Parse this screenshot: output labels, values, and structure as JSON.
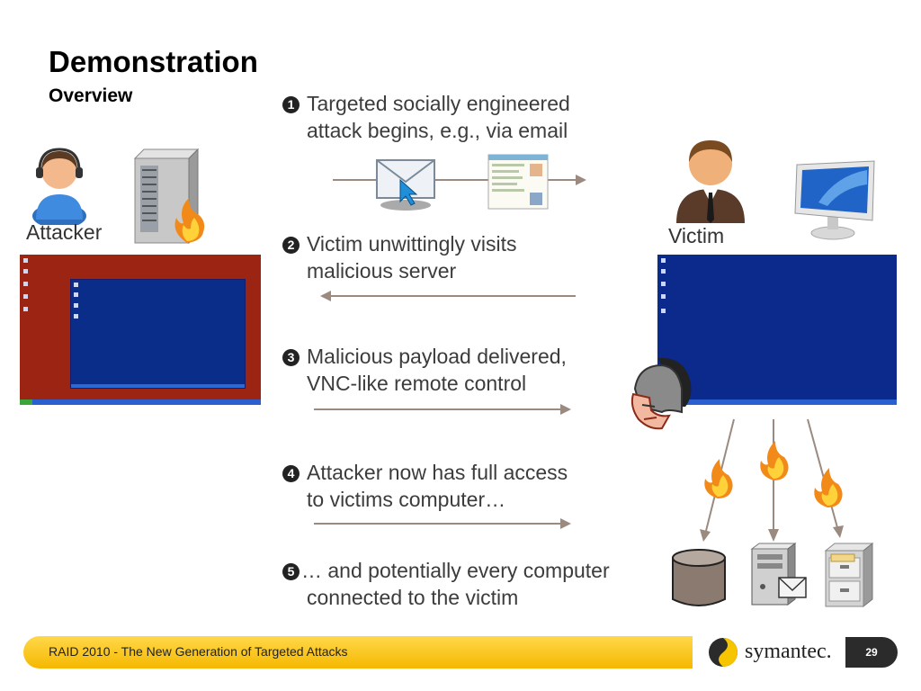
{
  "slide": {
    "title": "Demonstration",
    "subtitle": "Overview"
  },
  "labels": {
    "attacker": "Attacker",
    "victim": "Victim"
  },
  "steps": [
    {
      "num": "1",
      "text": [
        "Targeted socially engineered",
        "attack begins, e.g., via email"
      ]
    },
    {
      "num": "2",
      "text": [
        "Victim unwittingly visits",
        "malicious server"
      ]
    },
    {
      "num": "3",
      "text": [
        "Malicious payload delivered,",
        "VNC-like remote control"
      ]
    },
    {
      "num": "4",
      "text": [
        "Attacker now has full access",
        "to victims computer…"
      ]
    },
    {
      "num": "5",
      "text": [
        "… and potentially every computer",
        "connected to the victim"
      ]
    }
  ],
  "footer": {
    "text": "RAID 2010 - The New Generation of Targeted Attacks",
    "logo": "symantec.",
    "page": "29"
  },
  "icons": [
    "person-headset-icon",
    "server-fire-icon",
    "email-cursor-icon",
    "chat-window-icon",
    "businessman-icon",
    "monitor-icon",
    "trojan-helmet-icon",
    "fire-icon",
    "database-icon",
    "mail-server-icon",
    "file-cabinet-icon"
  ],
  "colors": {
    "footer_band": "#f7c400",
    "arrow": "#9a8a80",
    "attacker_desktop": "#9c2413",
    "victim_desktop": "#0b2a8c"
  }
}
